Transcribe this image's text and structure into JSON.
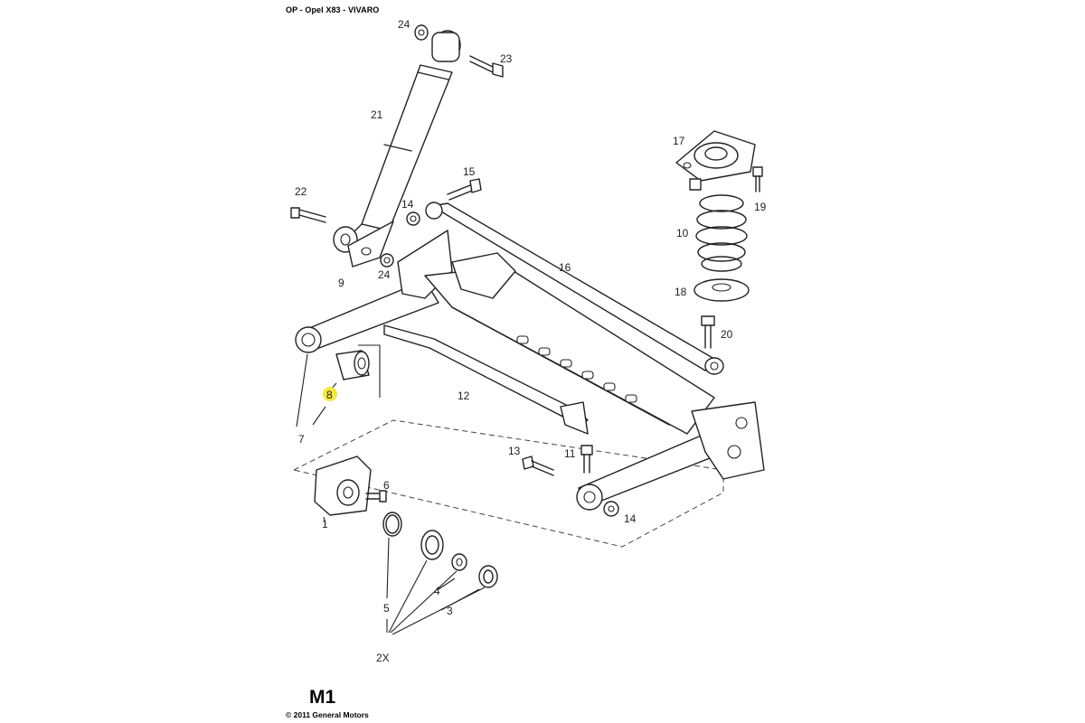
{
  "header": {
    "title": "OP - Opel X83 - VIVARO"
  },
  "footer": {
    "page_code": "M1",
    "copyright": "© 2011 General Motors"
  },
  "highlight_color": "#f5e83a",
  "callouts": {
    "c1": "1",
    "c2x": "2X",
    "c3": "3",
    "c4": "4",
    "c5": "5",
    "c6": "6",
    "c7": "7",
    "c8": "8",
    "c9": "9",
    "c10": "10",
    "c11": "11",
    "c12": "12",
    "c13": "13",
    "c14a": "14",
    "c14b": "14",
    "c15": "15",
    "c16": "16",
    "c17": "17",
    "c18": "18",
    "c19": "19",
    "c20": "20",
    "c21": "21",
    "c22": "22",
    "c23": "23",
    "c24a": "24",
    "c24b": "24"
  }
}
